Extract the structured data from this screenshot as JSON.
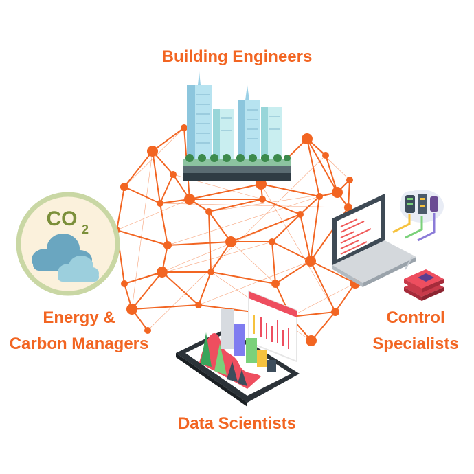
{
  "labels": {
    "building": "Building Engineers",
    "energy_line1": "Energy &",
    "energy_line2": "Carbon Managers",
    "control_line1": "Control",
    "control_line2": "Specialists",
    "data": "Data Scientists"
  },
  "co2_badge": {
    "text": "CO",
    "subscript": "2"
  },
  "colors": {
    "accent": "#f26522",
    "network": "#f26522",
    "co2_ring": "#c9d7a4",
    "co2_fill": "#fbf1dc",
    "co2_text": "#7b8f3a",
    "cloud": "#6aa6c0"
  },
  "icons": [
    "city-buildings-icon",
    "co2-cloud-icon",
    "laptop-code-icon",
    "server-cloud-icon",
    "chip-icon",
    "tablet-3d-chart-icon",
    "dashboard-chart-icon"
  ]
}
